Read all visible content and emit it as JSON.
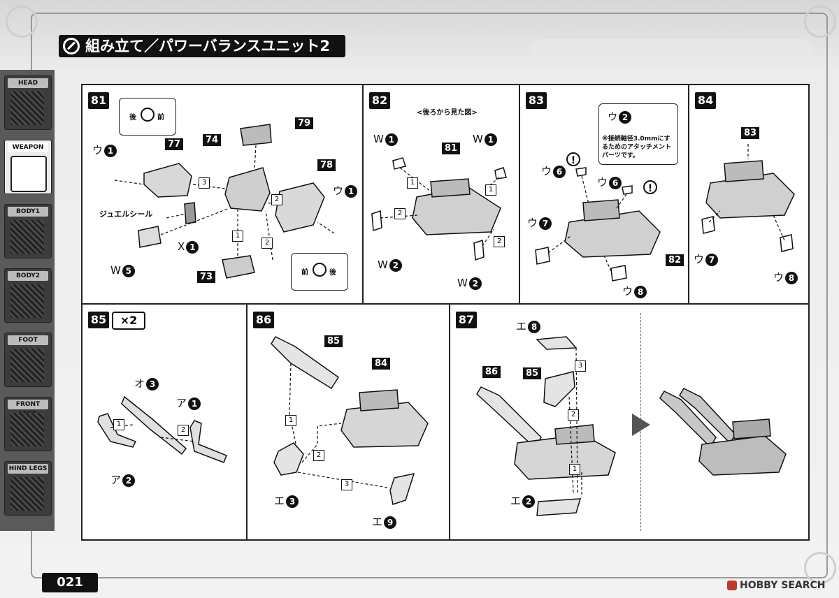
{
  "title": "組み立て／パワーバランスユニット2",
  "page_number": "021",
  "watermark": "HOBBY SEARCH",
  "sidebar": {
    "items": [
      {
        "label": "HEAD"
      },
      {
        "label": "WEAPON"
      },
      {
        "label": "BODY1"
      },
      {
        "label": "BODY2"
      },
      {
        "label": "FOOT"
      },
      {
        "label": "FRONT LEGS"
      },
      {
        "label": "HIND LEGS"
      }
    ],
    "active": "WEAPON"
  },
  "steps": {
    "s81": {
      "number": "81",
      "callout_top": {
        "back": "後",
        "front": "前"
      },
      "callout_bottom": {
        "front": "前",
        "back": "後"
      },
      "refs": [
        "77",
        "74",
        "79",
        "78",
        "73"
      ],
      "parts": [
        {
          "letter": "ウ",
          "num": "1"
        },
        {
          "letter": "ウ",
          "num": "1"
        },
        {
          "letter": "X",
          "num": "1"
        },
        {
          "letter": "W",
          "num": "5"
        }
      ],
      "label_jewel": "ジュエルシール",
      "order": [
        "1",
        "2",
        "2",
        "3"
      ]
    },
    "s82": {
      "number": "82",
      "caption": "<後ろから見た図>",
      "refs": [
        "81"
      ],
      "parts": [
        {
          "letter": "W",
          "num": "1"
        },
        {
          "letter": "W",
          "num": "1"
        },
        {
          "letter": "W",
          "num": "2"
        },
        {
          "letter": "W",
          "num": "2"
        }
      ],
      "order": [
        "1",
        "1",
        "2",
        "2"
      ]
    },
    "s83": {
      "number": "83",
      "callout_part": {
        "letter": "ウ",
        "num": "2"
      },
      "note": "※接続軸径3.0mmにするためのアタッチメントパーツです。",
      "refs": [
        "82"
      ],
      "parts": [
        {
          "letter": "ウ",
          "num": "6"
        },
        {
          "letter": "ウ",
          "num": "6"
        },
        {
          "letter": "ウ",
          "num": "7"
        },
        {
          "letter": "ウ",
          "num": "8"
        }
      ],
      "exclaim": "!"
    },
    "s84": {
      "number": "84",
      "refs": [
        "83"
      ],
      "parts": [
        {
          "letter": "ウ",
          "num": "7"
        },
        {
          "letter": "ウ",
          "num": "8"
        }
      ]
    },
    "s85": {
      "number": "85",
      "multiplier": "×2",
      "parts": [
        {
          "letter": "オ",
          "num": "3"
        },
        {
          "letter": "ア",
          "num": "1"
        },
        {
          "letter": "ア",
          "num": "2"
        }
      ],
      "order": [
        "1",
        "2"
      ]
    },
    "s86": {
      "number": "86",
      "refs": [
        "85",
        "84"
      ],
      "parts": [
        {
          "letter": "エ",
          "num": "3"
        },
        {
          "letter": "エ",
          "num": "9"
        }
      ],
      "order": [
        "1",
        "2",
        "3"
      ]
    },
    "s87": {
      "number": "87",
      "refs": [
        "86",
        "85"
      ],
      "parts": [
        {
          "letter": "エ",
          "num": "8"
        },
        {
          "letter": "エ",
          "num": "2"
        }
      ],
      "order": [
        "3",
        "2",
        "1"
      ]
    }
  }
}
